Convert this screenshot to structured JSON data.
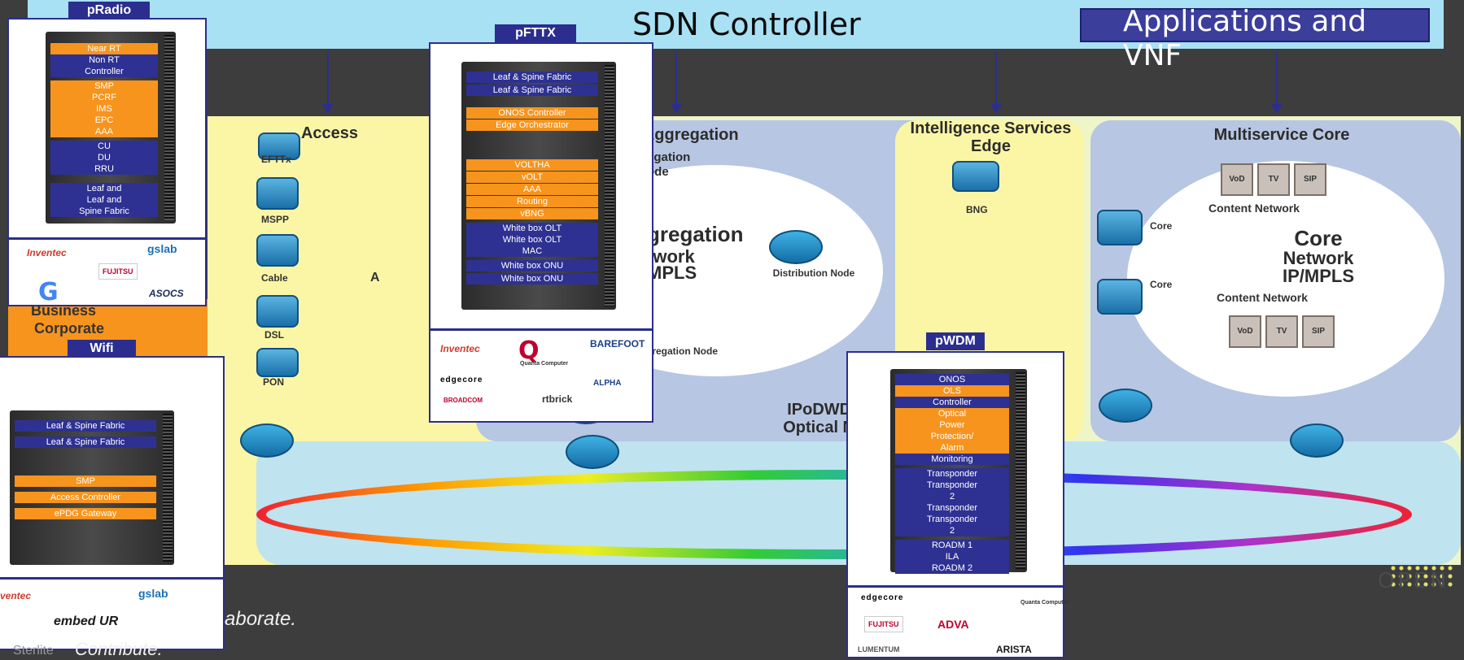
{
  "header": {
    "sdn_title": "SDN Controller",
    "apps_title": "Applications and VNF"
  },
  "diagram": {
    "zones": {
      "access": "Access",
      "metro": "net Aggregation",
      "metro_node": "egation",
      "metro_node2": "ode",
      "ise": "Intelligence Services Edge",
      "core": "Multiservice Core",
      "aggregation_net": "gregation",
      "aggregation_net2": "twork",
      "aggregation_net3": "MPLS",
      "core_net": "Core",
      "core_net2": "Network",
      "core_net3": "IP/MPLS",
      "optical": "IPoDWDM",
      "optical2": "Optical Net"
    },
    "devices": {
      "efttx": "EFTTx",
      "mspp": "MSPP",
      "cable": "Cable",
      "dsl": "DSL",
      "pon": "PON",
      "bng": "BNG",
      "distribution": "Distribution Node",
      "aggregation_node": "Aggregation Node",
      "core_a": "Core",
      "core_b": "Core",
      "content_network_a": "Content Network",
      "content_network_b": "Content Network",
      "vod": "VoD",
      "tv": "TV",
      "sip": "SIP",
      "business": "Business",
      "corporate": "Corporate",
      "a_letter": "A"
    }
  },
  "cards": {
    "pradio": {
      "tag": "pRadio",
      "rows": [
        {
          "text": "Near RT",
          "style": "orange"
        },
        {
          "text": "Non RT",
          "style": "blue"
        },
        {
          "text": "Controller",
          "style": "blue"
        },
        {
          "text": "SMP",
          "style": "orange"
        },
        {
          "text": "PCRF",
          "style": "orange"
        },
        {
          "text": "IMS",
          "style": "orange"
        },
        {
          "text": "EPC",
          "style": "orange"
        },
        {
          "text": "AAA",
          "style": "orange"
        },
        {
          "text": "CU",
          "style": "blue"
        },
        {
          "text": "DU",
          "style": "blue"
        },
        {
          "text": "RRU",
          "style": "blue"
        },
        {
          "text": "Leaf and",
          "style": "blue"
        },
        {
          "text": "Leaf and",
          "style": "blue"
        },
        {
          "text": "Spine Fabric",
          "style": "blue"
        }
      ],
      "logos": [
        "Inventec",
        "gslab",
        "FUJITSU",
        "ASOCS"
      ]
    },
    "pfttx": {
      "tag": "pFTTX",
      "rows": [
        {
          "text": "Leaf & Spine Fabric",
          "style": "blue"
        },
        {
          "text": "Leaf & Spine Fabric",
          "style": "blue"
        },
        {
          "text": "ONOS Controller",
          "style": "orange"
        },
        {
          "text": "Edge Orchestrator",
          "style": "orange"
        },
        {
          "text": "VOLTHA",
          "style": "orange"
        },
        {
          "text": "vOLT",
          "style": "orange"
        },
        {
          "text": "AAA",
          "style": "orange"
        },
        {
          "text": "Routing",
          "style": "orange"
        },
        {
          "text": "vBNG",
          "style": "orange"
        },
        {
          "text": "White box OLT",
          "style": "blue"
        },
        {
          "text": "White box OLT",
          "style": "blue"
        },
        {
          "text": "MAC",
          "style": "blue"
        },
        {
          "text": "White box ONU",
          "style": "blue"
        },
        {
          "text": "White box ONU",
          "style": "blue"
        }
      ],
      "logos": [
        "Inventec",
        "Quanta Computer",
        "BAREFOOT",
        "edgecore",
        "ALPHA",
        "BROADCOM",
        "rtbrick"
      ]
    },
    "wifi": {
      "tag": "Wifi",
      "rows": [
        {
          "text": "Leaf & Spine Fabric",
          "style": "blue"
        },
        {
          "text": "Leaf & Spine Fabric",
          "style": "blue"
        },
        {
          "text": "SMP",
          "style": "orange"
        },
        {
          "text": "Access Controller",
          "style": "orange"
        },
        {
          "text": "ePDG Gateway",
          "style": "orange"
        }
      ],
      "logos": [
        "ventec",
        "gslab",
        "embed UR"
      ]
    },
    "pwdm": {
      "tag": "pWDM",
      "rows": [
        {
          "text": "ONOS",
          "style": "blue"
        },
        {
          "text": "OLS",
          "style": "orange"
        },
        {
          "text": "Controller",
          "style": "blue"
        },
        {
          "text": "Optical",
          "style": "orange"
        },
        {
          "text": "Power",
          "style": "orange"
        },
        {
          "text": "Protection/",
          "style": "orange"
        },
        {
          "text": "Alarm",
          "style": "orange"
        },
        {
          "text": "Monitoring",
          "style": "blue"
        },
        {
          "text": "Transponder",
          "style": "blue"
        },
        {
          "text": "Transponder",
          "style": "blue"
        },
        {
          "text": "2",
          "style": "blue"
        },
        {
          "text": "Transponder",
          "style": "blue"
        },
        {
          "text": "Transponder",
          "style": "blue"
        },
        {
          "text": "2",
          "style": "blue"
        },
        {
          "text": "ROADM 1",
          "style": "blue"
        },
        {
          "text": "ILA",
          "style": "blue"
        },
        {
          "text": "ROADM 2",
          "style": "blue"
        }
      ],
      "logos": [
        "edgecore",
        "Quanta Computer",
        "FUJITSU",
        "ADVA",
        "LUMENTUM",
        "ARISTA"
      ]
    }
  },
  "footer": {
    "collaborate": "aborate.",
    "contribute": "Contribute.",
    "sterlite": "Sterlite",
    "open": "OPEN"
  },
  "colors": {
    "banner": "#a8e0f4",
    "card_border": "#2b2e8e",
    "rack_blue": "#2e3192",
    "rack_orange": "#f7941d"
  }
}
